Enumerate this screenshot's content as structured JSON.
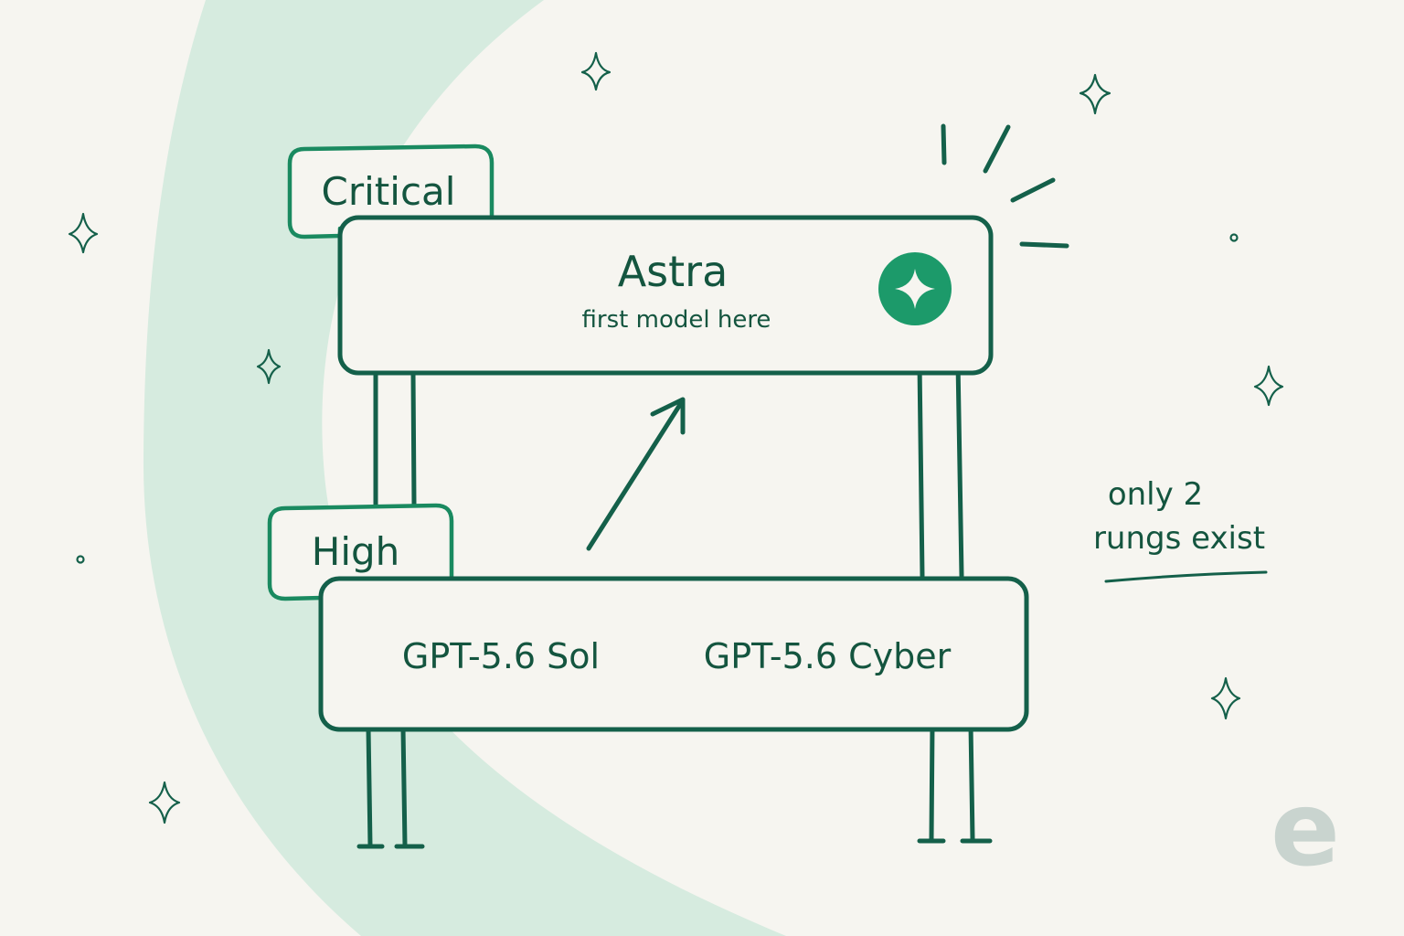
{
  "tiers": {
    "critical": {
      "label": "Critical",
      "model": "Astra",
      "note": "first model here",
      "badge_icon": "sparkle-icon"
    },
    "high": {
      "label": "High",
      "models": [
        "GPT-5.6 Sol",
        "GPT-5.6 Cyber"
      ]
    }
  },
  "side_note": {
    "line1": "only 2",
    "line2": "rungs exist"
  },
  "logo": "e",
  "colors": {
    "ink": "#14604a",
    "accent": "#1c9a6a",
    "band": "#d6ebdf",
    "background": "#f6f5f0",
    "logo": "#c9d4cf"
  }
}
